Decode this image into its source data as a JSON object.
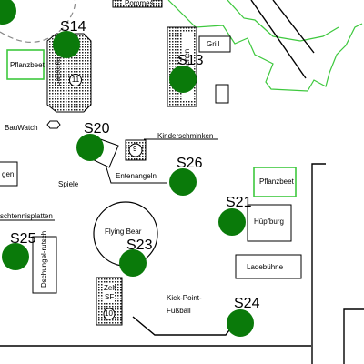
{
  "map": {
    "markers": [
      {
        "id": "S14",
        "label": "S14"
      },
      {
        "id": "S13",
        "label": "S13"
      },
      {
        "id": "S20",
        "label": "S20"
      },
      {
        "id": "S26",
        "label": "S26"
      },
      {
        "id": "S21",
        "label": "S21"
      },
      {
        "id": "S25",
        "label": "S25"
      },
      {
        "id": "S23",
        "label": "S23"
      },
      {
        "id": "S24",
        "label": "S24"
      }
    ],
    "places": {
      "pommes": "Pommes",
      "pflanzbeet_left": "Pflanzbeet",
      "cafeteria": "Cafeteria",
      "cafeteria_num": "11",
      "grill": "Grill",
      "haehnchen": "Hähnchen",
      "bauwatch": "BauWatch",
      "kinderschminken": "Kinderschminken",
      "booth9_num": "9",
      "entenangeln": "Entenangeln",
      "angeln_fragment": "gen",
      "spiele": "Spiele",
      "pflanzbeet_right": "Pflanzbeet",
      "huepfburg": "Hüpfburg",
      "schminkplatten": "schtennisplatten",
      "flying_bear": "Flying Bear",
      "dschungel": "Dschungel-rutsch",
      "zelt": "Zelt",
      "zelt_sf": "SF",
      "zelt_num": "10",
      "ladebuehne": "Ladebühne",
      "kickpoint1": "Kick-Point-",
      "kickpoint2": "Fußball"
    },
    "colors": {
      "marker": "#0a7a0a",
      "greenline": "#3ec83e",
      "pflanzbeet_border": "#3ec83e"
    }
  }
}
